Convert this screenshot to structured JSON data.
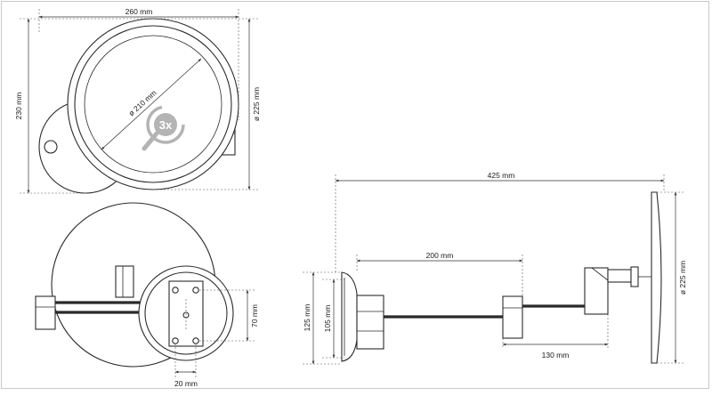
{
  "dimensions": {
    "top_width": "260 mm",
    "top_height": "230 mm",
    "mirror_diameter": "ø 210 mm",
    "outer_diameter": "ø 225 mm",
    "side_diameter": "ø 225 mm",
    "plate_width": "20 mm",
    "plate_height": "70 mm",
    "overall_length": "425 mm",
    "arm_length": "200 mm",
    "arm_to_mirror": "130 mm",
    "base_height_outer": "125 mm",
    "base_height_inner": "105 mm"
  },
  "badge": {
    "magnification": "3x"
  },
  "colors": {
    "line": "#2a2a2a",
    "badge_gray": "#b4b4b4",
    "frame": "#c9c9c9"
  }
}
